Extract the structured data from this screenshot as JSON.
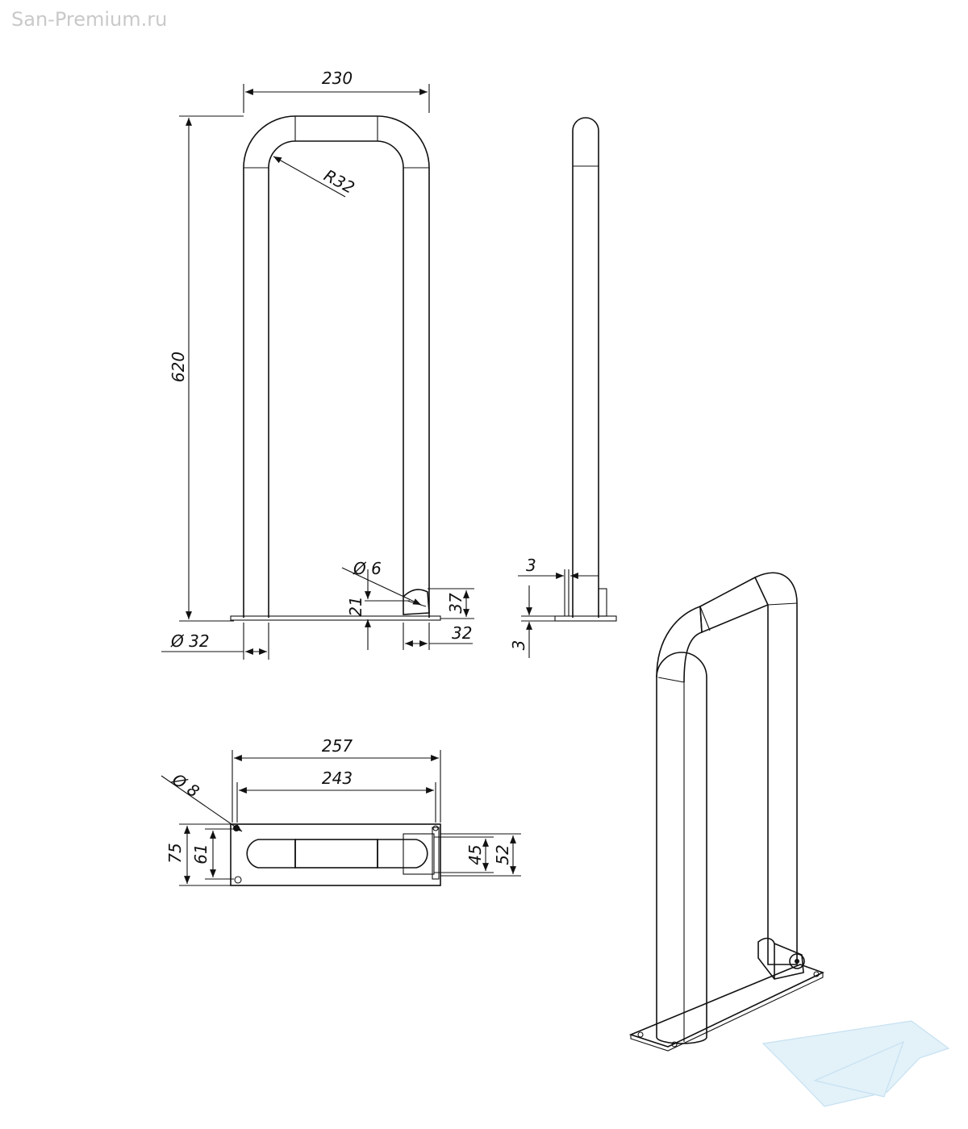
{
  "watermark": "San-Premium.ru",
  "dimensions": {
    "width_230": "230",
    "height_620": "620",
    "radius": "R32",
    "dia_32": "Ø 32",
    "dia_6": "Ø 6",
    "h_21": "21",
    "h_37": "37",
    "w_32": "32",
    "side_3_top": "3",
    "side_3_bottom": "3",
    "w_257": "257",
    "w_243": "243",
    "dia_8": "Ø 8",
    "h_75": "75",
    "h_61": "61",
    "h_45": "45",
    "h_52": "52"
  },
  "colors": {
    "line": "#111111",
    "logo": "#dfeff8"
  }
}
